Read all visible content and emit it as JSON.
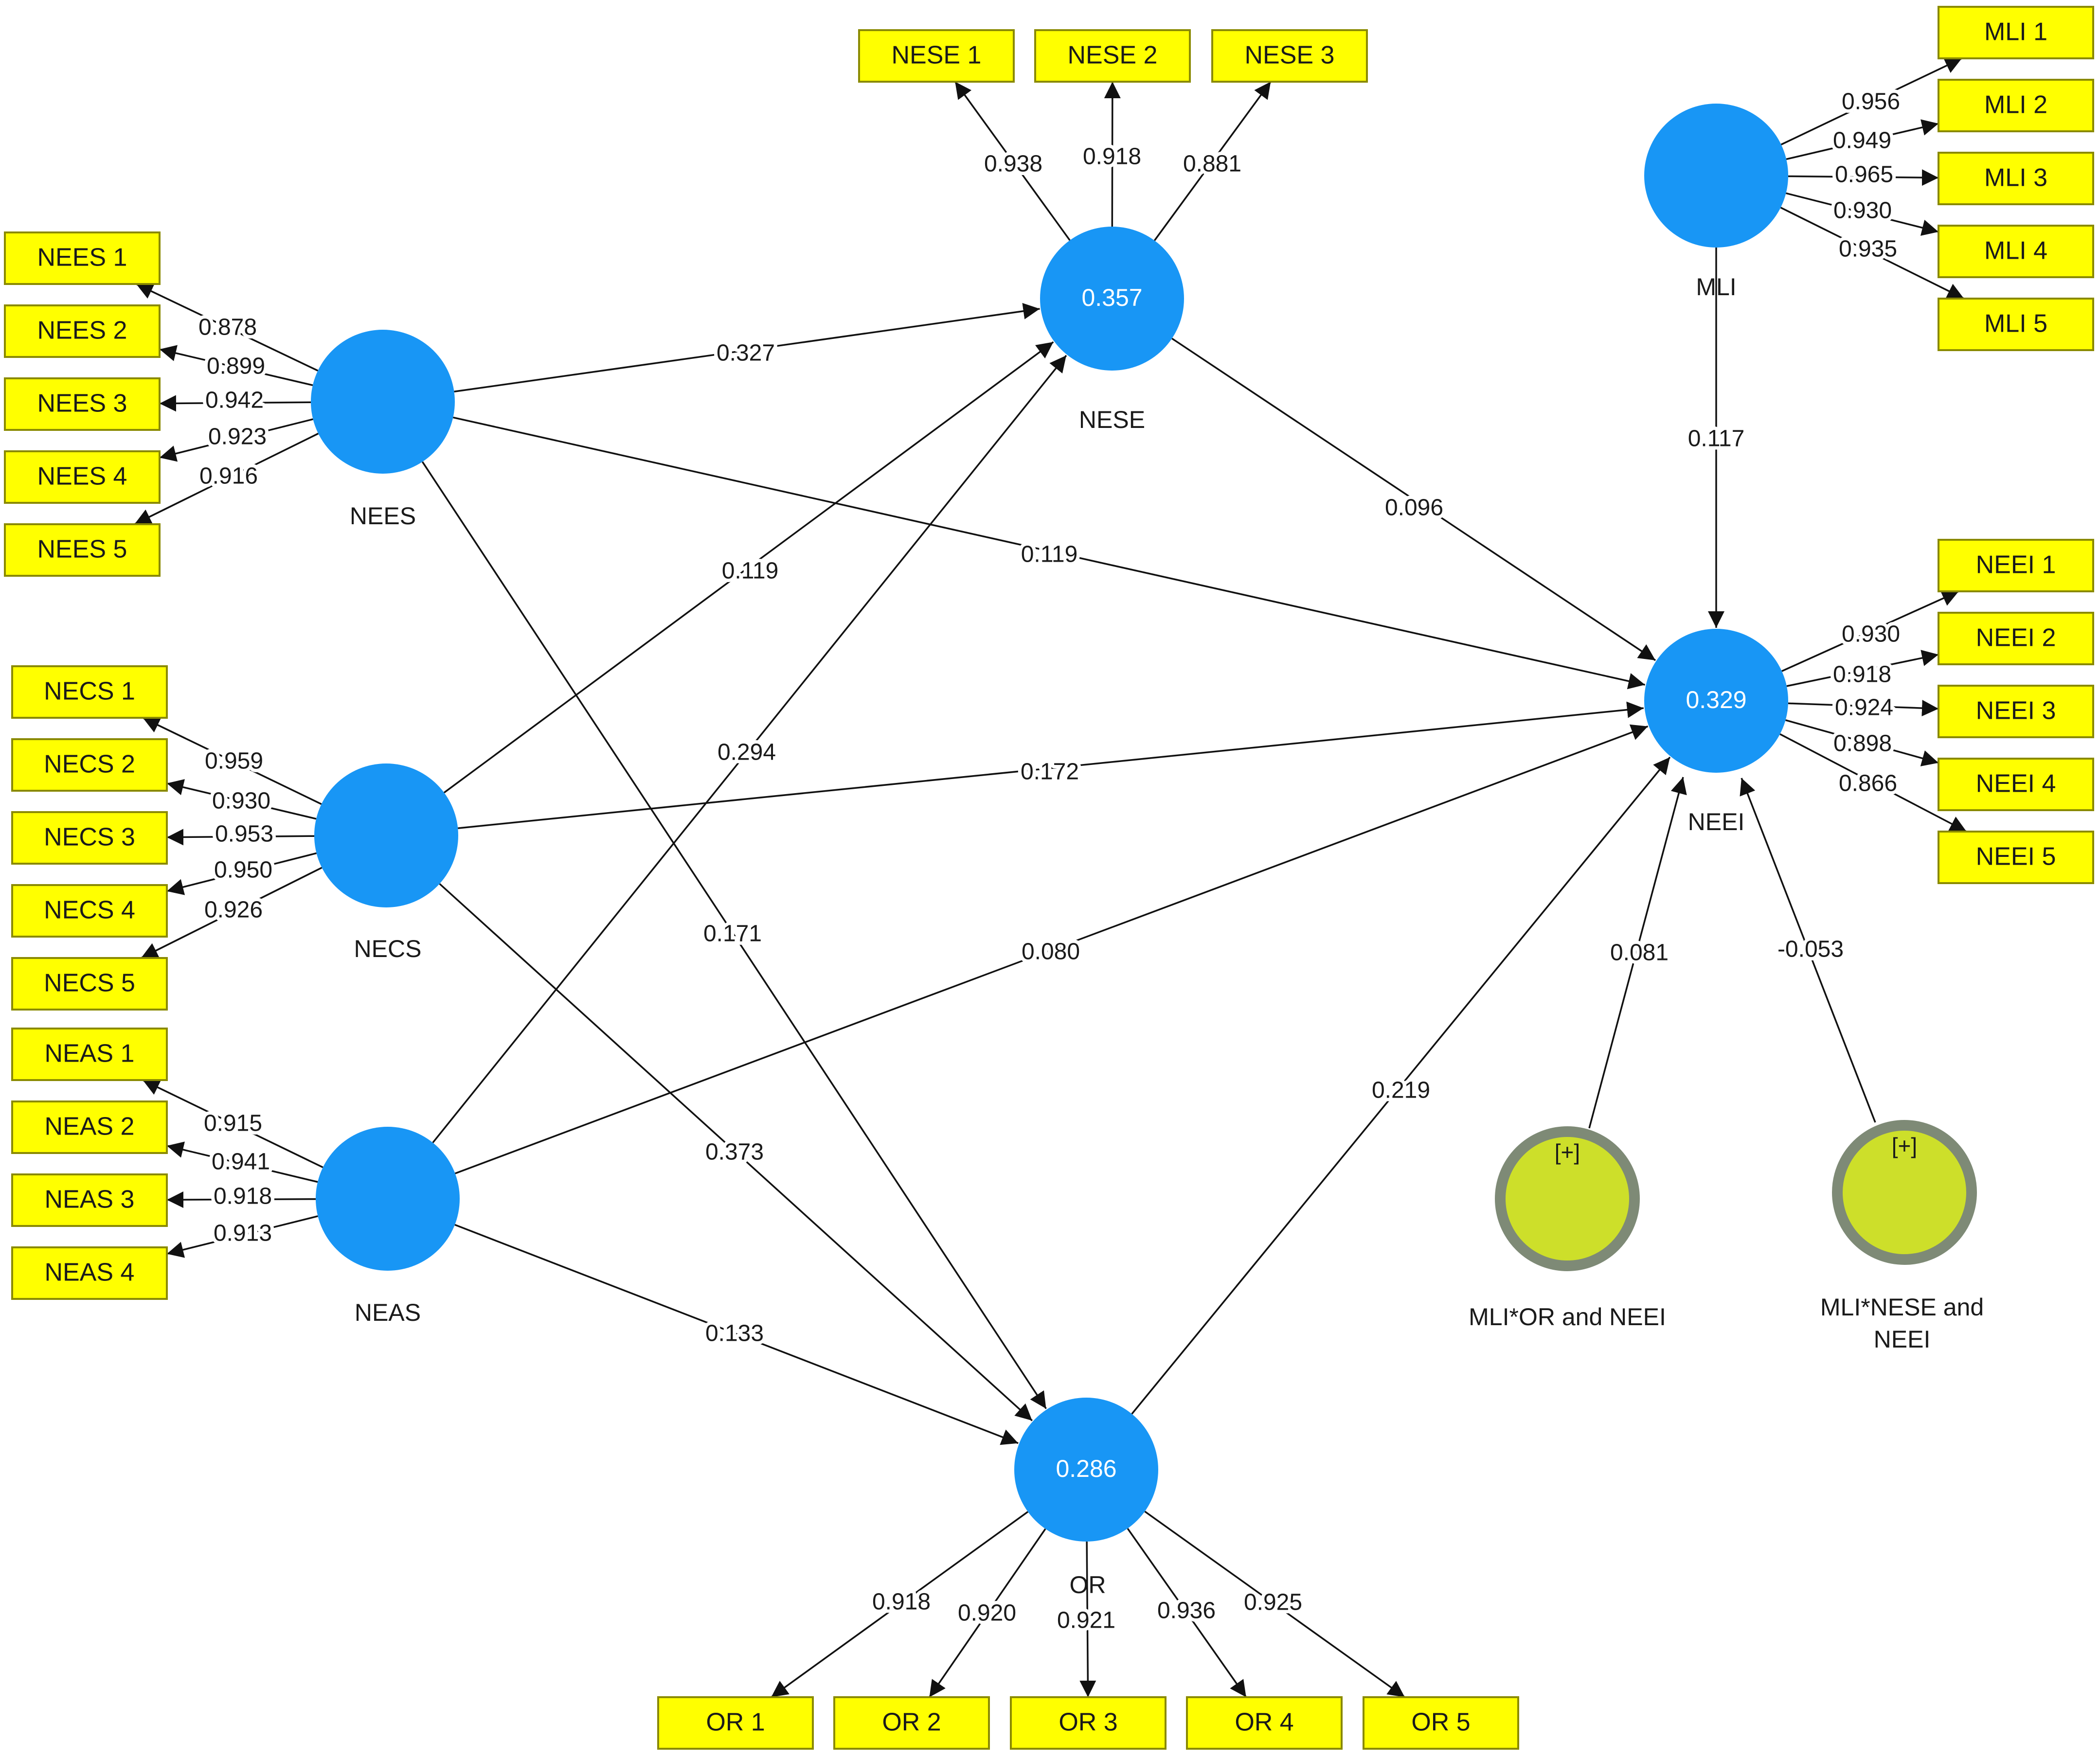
{
  "constructs": [
    {
      "id": "NEES",
      "name": "NEES",
      "r2": ""
    },
    {
      "id": "NECS",
      "name": "NECS",
      "r2": ""
    },
    {
      "id": "NEAS",
      "name": "NEAS",
      "r2": ""
    },
    {
      "id": "NESE",
      "name": "NESE",
      "r2": "0.357"
    },
    {
      "id": "OR",
      "name": "OR",
      "r2": "0.286"
    },
    {
      "id": "MLI",
      "name": "MLI",
      "r2": ""
    },
    {
      "id": "NEEI",
      "name": "NEEI",
      "r2": "0.329"
    }
  ],
  "moderators": [
    {
      "id": "MOD1",
      "name_lines": [
        "MLI*OR and NEEI"
      ],
      "symbol": "[+]"
    },
    {
      "id": "MOD2",
      "name_lines": [
        "MLI*NESE and",
        "NEEI"
      ],
      "symbol": "[+]"
    }
  ],
  "indicators": [
    {
      "id": "NEES1",
      "label": "NEES 1",
      "construct": "NEES",
      "loading": "0.878"
    },
    {
      "id": "NEES2",
      "label": "NEES 2",
      "construct": "NEES",
      "loading": "0.899"
    },
    {
      "id": "NEES3",
      "label": "NEES 3",
      "construct": "NEES",
      "loading": "0.942"
    },
    {
      "id": "NEES4",
      "label": "NEES 4",
      "construct": "NEES",
      "loading": "0.923"
    },
    {
      "id": "NEES5",
      "label": "NEES 5",
      "construct": "NEES",
      "loading": "0.916"
    },
    {
      "id": "NECS1",
      "label": "NECS 1",
      "construct": "NECS",
      "loading": "0.959"
    },
    {
      "id": "NECS2",
      "label": "NECS 2",
      "construct": "NECS",
      "loading": "0.930"
    },
    {
      "id": "NECS3",
      "label": "NECS 3",
      "construct": "NECS",
      "loading": "0.953"
    },
    {
      "id": "NECS4",
      "label": "NECS 4",
      "construct": "NECS",
      "loading": "0.950"
    },
    {
      "id": "NECS5",
      "label": "NECS 5",
      "construct": "NECS",
      "loading": "0.926"
    },
    {
      "id": "NEAS1",
      "label": "NEAS 1",
      "construct": "NEAS",
      "loading": "0.915"
    },
    {
      "id": "NEAS2",
      "label": "NEAS 2",
      "construct": "NEAS",
      "loading": "0.941"
    },
    {
      "id": "NEAS3",
      "label": "NEAS 3",
      "construct": "NEAS",
      "loading": "0.918"
    },
    {
      "id": "NEAS4",
      "label": "NEAS 4",
      "construct": "NEAS",
      "loading": "0.913"
    },
    {
      "id": "NESE1",
      "label": "NESE 1",
      "construct": "NESE",
      "loading": "0.938"
    },
    {
      "id": "NESE2",
      "label": "NESE 2",
      "construct": "NESE",
      "loading": "0.918"
    },
    {
      "id": "NESE3",
      "label": "NESE 3",
      "construct": "NESE",
      "loading": "0.881"
    },
    {
      "id": "MLI1",
      "label": "MLI 1",
      "construct": "MLI",
      "loading": "0.956"
    },
    {
      "id": "MLI2",
      "label": "MLI 2",
      "construct": "MLI",
      "loading": "0.949"
    },
    {
      "id": "MLI3",
      "label": "MLI 3",
      "construct": "MLI",
      "loading": "0.965"
    },
    {
      "id": "MLI4",
      "label": "MLI 4",
      "construct": "MLI",
      "loading": "0.930"
    },
    {
      "id": "MLI5",
      "label": "MLI 5",
      "construct": "MLI",
      "loading": "0.935"
    },
    {
      "id": "NEEI1",
      "label": "NEEI 1",
      "construct": "NEEI",
      "loading": "0.930"
    },
    {
      "id": "NEEI2",
      "label": "NEEI 2",
      "construct": "NEEI",
      "loading": "0.918"
    },
    {
      "id": "NEEI3",
      "label": "NEEI 3",
      "construct": "NEEI",
      "loading": "0.924"
    },
    {
      "id": "NEEI4",
      "label": "NEEI 4",
      "construct": "NEEI",
      "loading": "0.898"
    },
    {
      "id": "NEEI5",
      "label": "NEEI 5",
      "construct": "NEEI",
      "loading": "0.866"
    },
    {
      "id": "OR1",
      "label": "OR 1",
      "construct": "OR",
      "loading": "0.918"
    },
    {
      "id": "OR2",
      "label": "OR 2",
      "construct": "OR",
      "loading": "0.920"
    },
    {
      "id": "OR3",
      "label": "OR 3",
      "construct": "OR",
      "loading": "0.921"
    },
    {
      "id": "OR4",
      "label": "OR 4",
      "construct": "OR",
      "loading": "0.936"
    },
    {
      "id": "OR5",
      "label": "OR 5",
      "construct": "OR",
      "loading": "0.925"
    }
  ],
  "paths": [
    {
      "from": "NEES",
      "to": "NESE",
      "coef": "0.327"
    },
    {
      "from": "NEES",
      "to": "NEEI",
      "coef": "0.119"
    },
    {
      "from": "NEES",
      "to": "OR",
      "coef": "0.171"
    },
    {
      "from": "NECS",
      "to": "NESE",
      "coef": "0.119"
    },
    {
      "from": "NECS",
      "to": "NEEI",
      "coef": "0.172"
    },
    {
      "from": "NECS",
      "to": "OR",
      "coef": "0.373"
    },
    {
      "from": "NEAS",
      "to": "NESE",
      "coef": "0.294"
    },
    {
      "from": "NEAS",
      "to": "NEEI",
      "coef": "0.080"
    },
    {
      "from": "NEAS",
      "to": "OR",
      "coef": "0.133"
    },
    {
      "from": "NESE",
      "to": "NEEI",
      "coef": "0.096"
    },
    {
      "from": "OR",
      "to": "NEEI",
      "coef": "0.219"
    },
    {
      "from": "MLI",
      "to": "NEEI",
      "coef": "0.117"
    },
    {
      "from": "MOD1",
      "to": "NEEI",
      "coef": "0.081"
    },
    {
      "from": "MOD2",
      "to": "NEEI",
      "coef": "-0.053"
    }
  ],
  "colors": {
    "construct": "#1896f5",
    "indicator": "#ffff00",
    "moderator_fill": "#cddf2a",
    "moderator_ring": "#7e8a76",
    "line": "#111111"
  }
}
